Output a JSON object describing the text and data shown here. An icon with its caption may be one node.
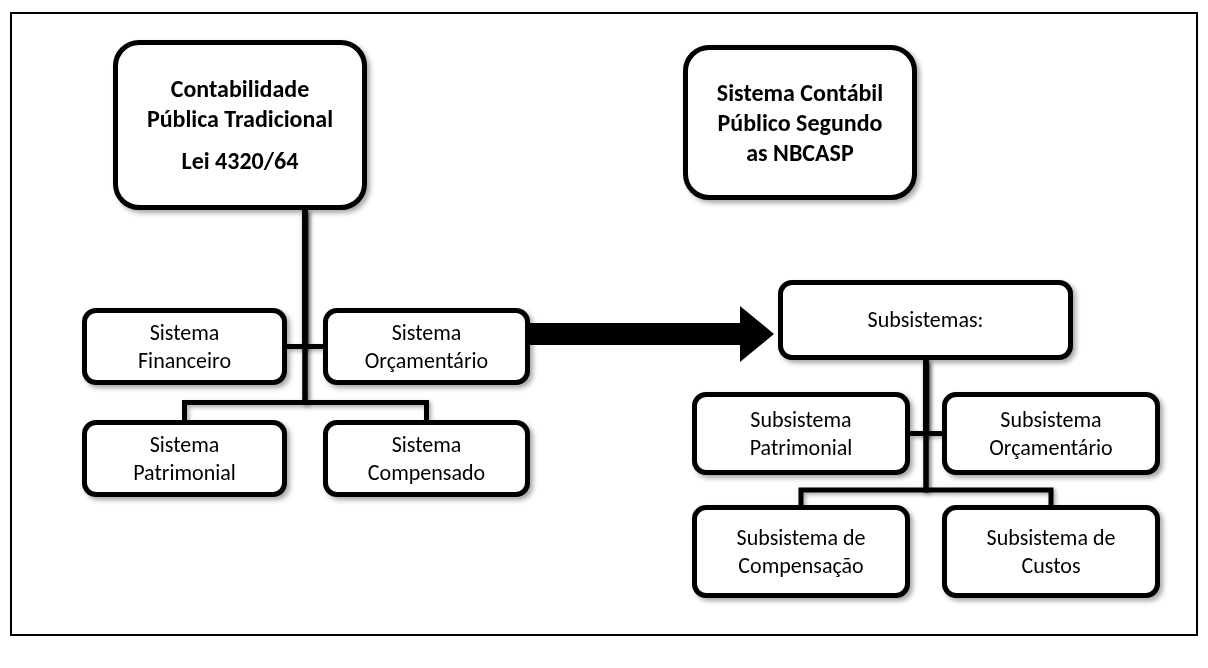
{
  "diagram": {
    "nodes": [
      {
        "text": [
          "Contabilidade Pública Tradicional",
          "Lei 4320/64"
        ]
      },
      {
        "text": [
          "Sistema Financeiro"
        ]
      },
      {
        "text": [
          "Sistema Orçamentário"
        ]
      },
      {
        "text": [
          "Sistema Patrimonial"
        ]
      },
      {
        "text": [
          "Sistema Compensado"
        ]
      },
      {
        "text": [
          "Sistema Contábil Público Segundo as NBCASP"
        ]
      },
      {
        "text": [
          "Subsistemas:"
        ]
      },
      {
        "text": [
          "Subsistema Patrimonial"
        ]
      },
      {
        "text": [
          "Subsistema Orçamentário"
        ]
      },
      {
        "text": [
          "Subsistema de Compensação"
        ]
      },
      {
        "text": [
          "Subsistema de Custos"
        ]
      }
    ],
    "edges": [
      {
        "from": 0,
        "to": 1,
        "arrow": "none"
      },
      {
        "from": 0,
        "to": 2,
        "arrow": "none"
      },
      {
        "from": 0,
        "to": 3,
        "arrow": "none"
      },
      {
        "from": 0,
        "to": 4,
        "arrow": "none"
      },
      {
        "from": 2,
        "to": 6,
        "arrow": "to",
        "style": "thick"
      },
      {
        "from": 6,
        "to": 7,
        "arrow": "none"
      },
      {
        "from": 6,
        "to": 8,
        "arrow": "none"
      },
      {
        "from": 6,
        "to": 9,
        "arrow": "none"
      },
      {
        "from": 6,
        "to": 10,
        "arrow": "none"
      }
    ]
  }
}
